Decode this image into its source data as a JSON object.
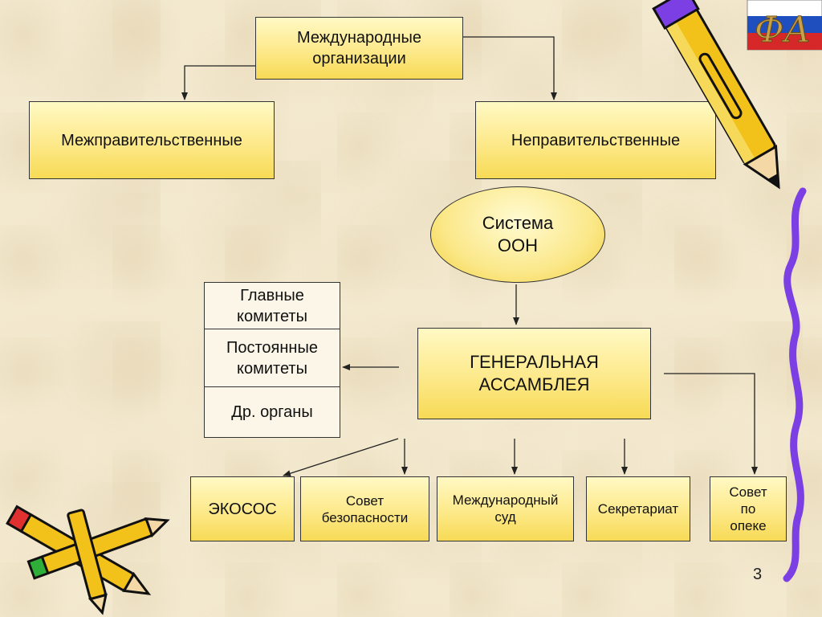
{
  "nodes": {
    "international_orgs": "Международные\nорганизации",
    "intergovernmental": "Межправительственные",
    "nongovernmental": "Неправительственные",
    "un_system": "Система\nООН",
    "general_assembly": "ГЕНЕРАЛЬНАЯ\nАССАМБЛЕЯ",
    "main_committees": "Главные\nкомитеты",
    "standing_committees": "Постоянные\nкомитеты",
    "other_bodies": "Др. органы",
    "ecosoc": "ЭКОСОС",
    "security_council": "Совет\nбезопасности",
    "international_court": "Международный\nсуд",
    "secretariat": "Секретариат",
    "trusteeship_council": "Совет\nпо\nопеке"
  },
  "logo": {
    "text": "ФА",
    "flag_colors": [
      "#ffffff",
      "#1f4fbf",
      "#d62828"
    ]
  },
  "page_number": "3",
  "colors": {
    "box_fill": "#fde98a",
    "border": "#333333",
    "background": "#f3e9cf",
    "squiggle": "#7b3fe4"
  },
  "icons": [
    "pencil-icon",
    "crossed-pencils-icon",
    "logo-icon"
  ]
}
